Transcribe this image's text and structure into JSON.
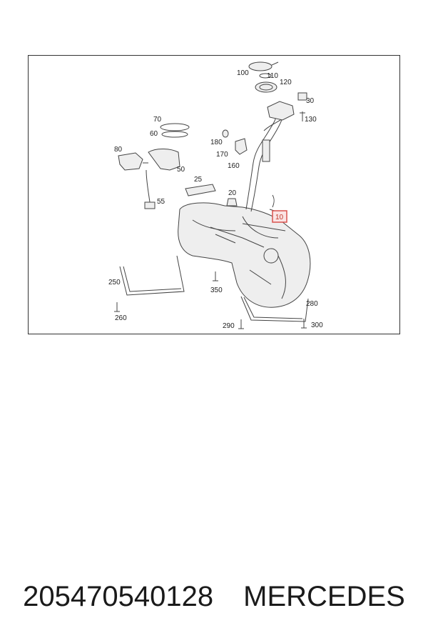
{
  "diagram": {
    "callouts": {
      "p100": "100",
      "p110": "110",
      "p120": "120",
      "p30": "30",
      "p130": "130",
      "p70": "70",
      "p60": "60",
      "p180": "180",
      "p170": "170",
      "p160": "160",
      "p80": "80",
      "p50": "50",
      "p25": "25",
      "p20": "20",
      "p55": "55",
      "p10": "10",
      "p250": "250",
      "p350": "350",
      "p260": "260",
      "p280": "280",
      "p290": "290",
      "p300": "300"
    },
    "highlighted_part": "10",
    "highlight_color": "#d9534f"
  },
  "caption": {
    "part_number": "205470540128",
    "brand": "MERCEDES"
  }
}
